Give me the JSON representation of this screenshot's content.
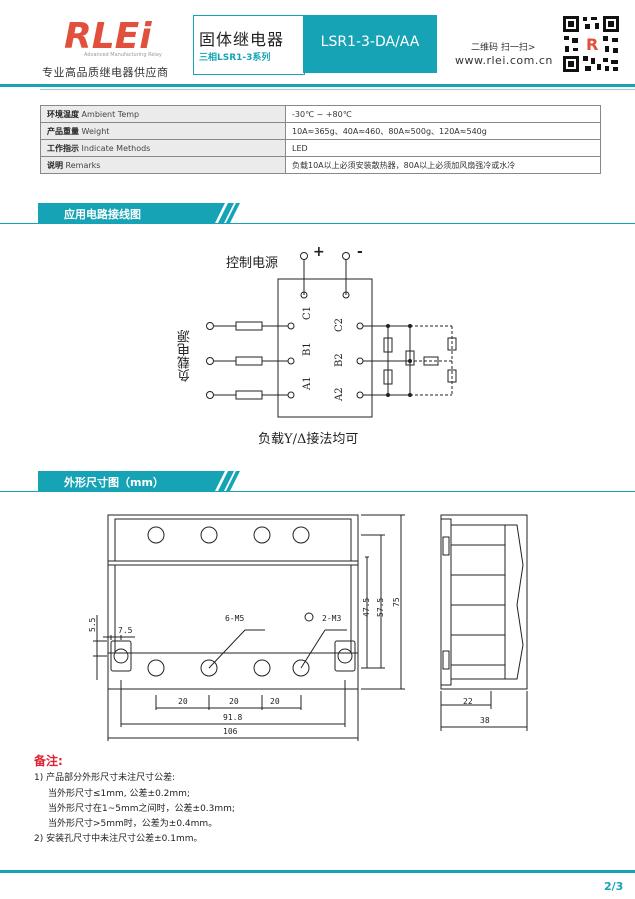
{
  "header": {
    "logo_text": "RLEi",
    "logo_subtext": "Advanced Manufacturing Relay",
    "slogan": "专业高品质继电器供应商",
    "product_title": "固体继电器",
    "product_series": "三相LSR1-3系列",
    "model": "LSR1-3-DA/AA",
    "scan_text": "二维码 扫一扫>",
    "website": "www.rlei.com.cn"
  },
  "specs": [
    {
      "key_cn": "环境温度",
      "key_en": "Ambient Temp",
      "value": "-30℃ ~ +80℃"
    },
    {
      "key_cn": "产品重量",
      "key_en": "Weight",
      "value": "10A≈365g、40A≈460、80A≈500g、120A≈540g"
    },
    {
      "key_cn": "工作指示",
      "key_en": "Indicate Methods",
      "value": "LED"
    },
    {
      "key_cn": "说明",
      "key_en": "Remarks",
      "value": "负载10A以上必须安装散热器，80A以上必须加风扇强冷或水冷"
    }
  ],
  "sections": {
    "wiring_title": "应用电路接线图",
    "dimensions_title": "外形尺寸图（mm）"
  },
  "wiring": {
    "control_label": "控制电源",
    "plus": "+",
    "minus": "-",
    "load_power_label": "负载电源",
    "terminals_left": [
      "C1",
      "B1",
      "A1"
    ],
    "terminals_right": [
      "C2",
      "B2",
      "A2"
    ],
    "caption": "负载Y/Δ接法均可"
  },
  "dimensions": {
    "hole_label_left": "6-M5",
    "hole_label_right": "2-M3",
    "spacing": [
      "20",
      "20",
      "20"
    ],
    "inner_width": "91.8",
    "total_width": "106",
    "left_offset_v": "5.5",
    "left_offset_h": "7.5",
    "height_a": "47.5",
    "height_b": "57.5",
    "height_c": "75",
    "side_a": "22",
    "side_b": "38"
  },
  "notes": {
    "title": "备注:",
    "lines": [
      "1) 产品部分外形尺寸未注尺寸公差:",
      "当外形尺寸≤1mm, 公差±0.2mm;",
      "当外形尺寸在1~5mm之间时，公差±0.3mm;",
      "当外形尺寸>5mm时，公差为±0.4mm。",
      "2) 安装孔尺寸中未注尺寸公差±0.1mm。"
    ]
  },
  "page": "2/3"
}
